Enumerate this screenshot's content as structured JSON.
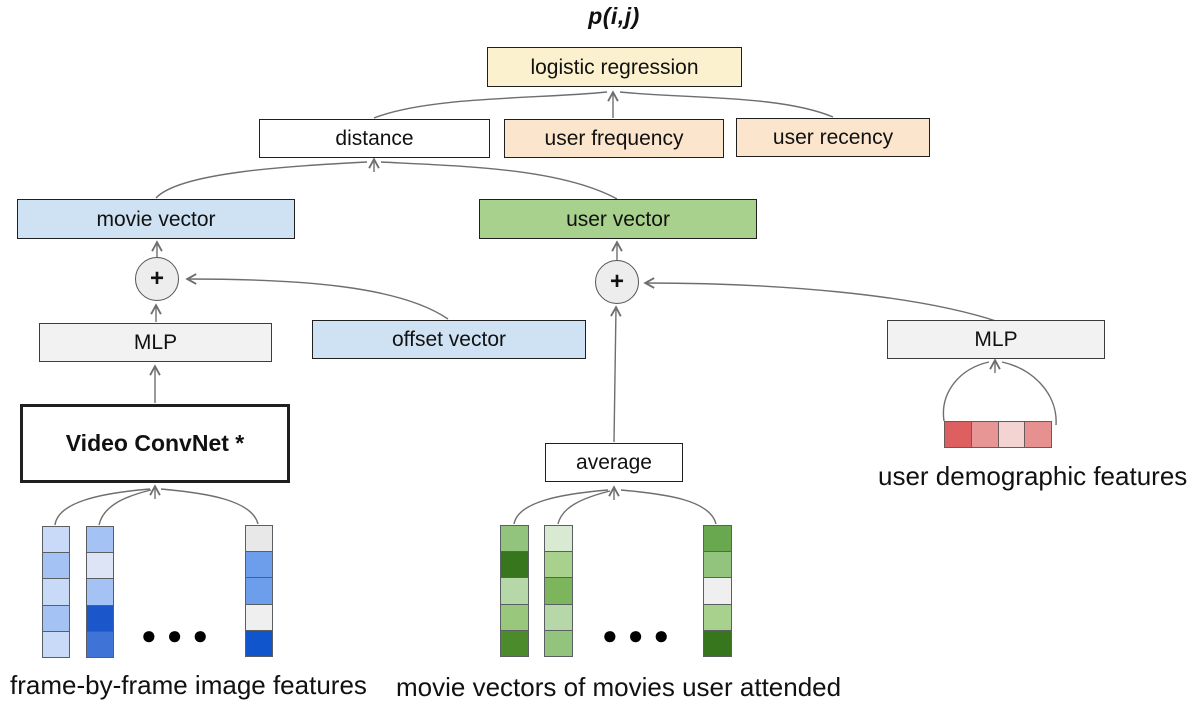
{
  "diagram": {
    "output_label": "p(i,j)",
    "plus_symbol": "+",
    "ellipsis": "●●●",
    "boxes": {
      "logistic_regression": "logistic regression",
      "distance": "distance",
      "user_frequency": "user frequency",
      "user_recency": "user recency",
      "movie_vector": "movie vector",
      "user_vector": "user vector",
      "mlp_left": "MLP",
      "offset_vector": "offset vector",
      "mlp_right": "MLP",
      "video_convnet": "Video ConvNet *",
      "average": "average"
    },
    "captions": {
      "frame_features": "frame-by-frame image features",
      "movie_vectors": "movie vectors of movies user attended",
      "user_demographics": "user demographic features"
    },
    "colors": {
      "logistic_fill": "#fcf1ce",
      "feature_fill": "#fbe5cd",
      "movie_fill": "#cfe2f3",
      "user_fill": "#a9d18e",
      "mlp_fill": "#f2f2f2",
      "arrow": "#6e6e6e"
    },
    "vectors": {
      "frame_columns": [
        [
          "#c9daf8",
          "#a4c2f4",
          "#c9daf8",
          "#a4c2f4",
          "#c9daf8"
        ],
        [
          "#a4c2f4",
          "#dce4f5",
          "#a4c2f4",
          "#1b56cb",
          "#3f74d6"
        ],
        [
          "#e8e8e8",
          "#6d9eeb",
          "#6d9eeb",
          "#efefef",
          "#1155cc"
        ]
      ],
      "movie_columns": [
        [
          "#93c47d",
          "#38761d",
          "#b6d7a8",
          "#99c77c",
          "#4c8b2b"
        ],
        [
          "#d9ead3",
          "#a9d18e",
          "#7db55c",
          "#b6d7a8",
          "#93c47d"
        ],
        [
          "#6aa84f",
          "#93c47d",
          "#efefef",
          "#a9d18e",
          "#38761d"
        ]
      ],
      "demographic_row": [
        "#dd5f5f",
        "#e89595",
        "#f4d3d3",
        "#e69090"
      ]
    }
  }
}
